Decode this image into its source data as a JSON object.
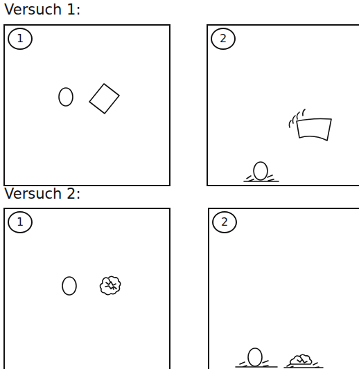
{
  "diagram": {
    "nodes": [
      {
        "text": [
          "1"
        ]
      },
      {
        "text": [
          "2"
        ]
      },
      {
        "text": [
          "1"
        ]
      },
      {
        "text": [
          "2"
        ]
      }
    ],
    "labels": [
      "Versuch 1:",
      "Versuch 2:"
    ]
  }
}
